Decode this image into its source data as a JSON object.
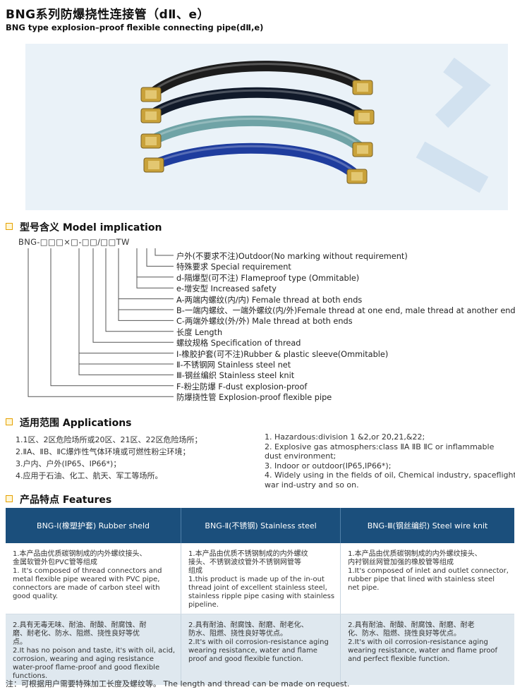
{
  "header": {
    "title_cn": "BNG系列防爆挠性连接管（dⅡ、e）",
    "title_en": "BNG type explosion–proof flexible connecting pipe(dⅡ,e)"
  },
  "hero": {
    "hose_colors": [
      "#1c1c1c",
      "#111a2a",
      "#6fa3a6",
      "#1f3d9e"
    ],
    "watermark_color": "#c9dced"
  },
  "model": {
    "heading": "型号含义 Model implication",
    "code": "BNG-□□□×□-□□/□□TW",
    "items": [
      "户外(不要求不注)Outdoor(No marking without requirement)",
      "特殊要求 Special requirement",
      "d-隔爆型(可不注) Flameproof type (Ommitable)",
      "e-增安型 Increased safety",
      "A-两端内螺纹(内/内) Female thread at both ends",
      "B-一端内螺纹、一端外螺纹(内/外)Female thread at one end, male thread at another end",
      "C-两端外螺纹(外/外) Male thread at both ends",
      "长度 Length",
      "螺纹规格 Specification of thread",
      "Ⅰ-橡胶护套(可不注)Rubber & plastic sleeve(Ommitable)",
      "Ⅱ-不锈钢网 Stainless steel net",
      "Ⅲ-钢丝编织 Stainless steel knit",
      "F-粉尘防爆 F-dust explosion-proof",
      "防爆挠性管 Explosion-proof flexible pipe"
    ]
  },
  "applications": {
    "heading": "适用范围 Applications",
    "cn": [
      "1.1区、2区危险场所或20区、21区、22区危险场所；",
      "2.ⅡA、ⅡB、ⅡC爆炸性气体环境或可燃性粉尘环境；",
      "3.户内、户外(IP65、IP66*)；",
      "4.应用于石油、化工、航天、军工等场所。"
    ],
    "en": [
      "1. Hazardous:division 1 &2,or 20,21,&22;",
      "2. Explosive gas atmosphers:class ⅡA ⅡB ⅡC or inflammable",
      "    dust environment;",
      "3. Indoor or outdoor(IP65,IP66*);",
      "4. Widely using in the fields of oil, Chemical industry, spaceflight,",
      "    war ind-ustry and so on."
    ]
  },
  "features": {
    "heading": "产品特点 Features",
    "columns": [
      "BNG-Ⅰ(橡塑护套) Rubber sheld",
      "BNG-Ⅱ(不锈钢) Stainless steel",
      "BNG-Ⅲ(钢丝编织) Steel wire knit"
    ],
    "row1": [
      [
        "1.本产品由优质碳钢制成的内外螺纹接头、",
        "   金属软管外包PVC管等组成",
        "1. It's composed of thread connectors and",
        "   metal flexible pipe weared with PVC pipe,",
        "   connectors are made of carbon steel with",
        "   good quality."
      ],
      [
        "1.本产品由优质不锈钢制成的内外螺纹",
        "  接头、不锈钢波纹管外不锈钢网管等",
        "  组成",
        "1.this product is made up of the in-out",
        "  thread joint of excellent stainless steel,",
        "  stainless ripple pipe casing with stainless",
        "  pipeline."
      ],
      [
        "1.本产品由优质碳钢制成的内外螺纹接头、",
        "  内衬钢丝网管加强的橡胶管等组成",
        "1.It's composed of inlet and outlet connector,",
        "  rubber pipe that lined with stainless steel",
        "  net pipe."
      ]
    ],
    "row2": [
      [
        "2.具有无毒无味、耐油、耐酸、耐腐蚀、耐",
        "   磨、耐老化、防水、阻燃、挠性良好等优",
        "   点。",
        "2.It has no poison and taste, it's with oil, acid,",
        "   corrosion, wearing and  aging resistance",
        "   water-proof flame-proof and good flexible",
        "   functions."
      ],
      [
        "2.具有耐油、耐腐蚀、耐磨、耐老化、",
        "  防水、阻燃、挠性良好等优点。",
        "2.It's with oil corrosion-resistance aging",
        "  wearing resistance, water and flame",
        "  proof and good flexible function."
      ],
      [
        "2.具有耐油、耐酸、耐腐蚀、耐磨、耐老",
        "  化、防水、阻燃、挠性良好等优点。",
        "2.It's with oil corrosion-resistance aging",
        "  wearing resistance, water and flame proof",
        "  and perfect flexible function."
      ]
    ]
  },
  "note": "注：可根据用户需要特殊加工长度及螺纹等。 The length and thread can be made on request."
}
